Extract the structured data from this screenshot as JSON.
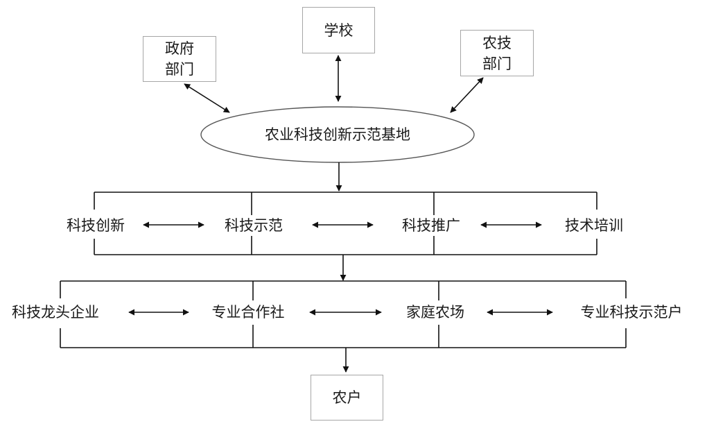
{
  "top_sources": {
    "government": "政府\n部门",
    "school": "学校",
    "agritech_dept": "农技\n部门"
  },
  "base": {
    "name": "农业科技创新示范基地"
  },
  "functions": [
    "科技创新",
    "科技示范",
    "科技推广",
    "技术培训"
  ],
  "entities": [
    "科技龙头企业",
    "专业合作社",
    "家庭农场",
    "专业科技示范户"
  ],
  "endpoint": {
    "farmers": "农户"
  }
}
